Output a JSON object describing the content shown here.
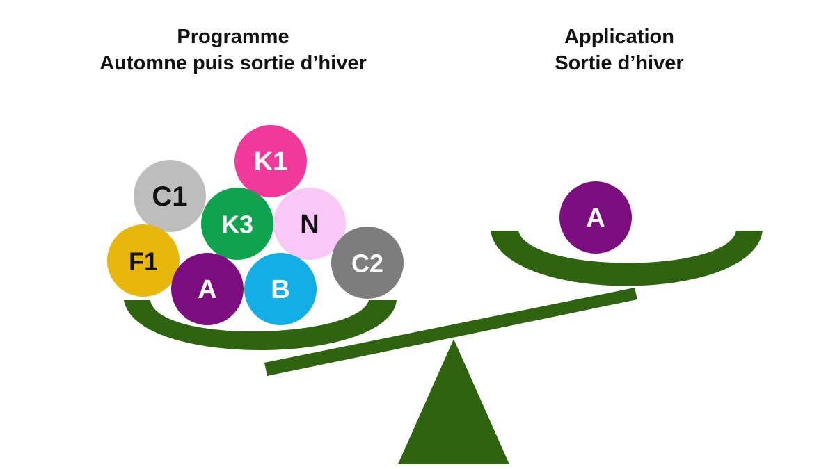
{
  "left_title": {
    "line1": "Programme",
    "line2": "Automne puis sortie d’hiver"
  },
  "right_title": {
    "line1": "Application",
    "line2": "Sortie d’hiver"
  },
  "colors": {
    "scale": "#2e6410",
    "beam": "#2e6410"
  },
  "left_balls": [
    {
      "id": "K1",
      "label": "K1",
      "color": "#f0399a",
      "text_color": "#ffffff"
    },
    {
      "id": "C1",
      "label": "C1",
      "color": "#bdbdbd",
      "text_color": "#111111"
    },
    {
      "id": "K3",
      "label": "K3",
      "color": "#10a34f",
      "text_color": "#ffffff"
    },
    {
      "id": "N",
      "label": "N",
      "color": "#f9c8f7",
      "text_color": "#111111"
    },
    {
      "id": "F1",
      "label": "F1",
      "color": "#e8b70b",
      "text_color": "#111111"
    },
    {
      "id": "A",
      "label": "A",
      "color": "#7c0d7e",
      "text_color": "#ffffff"
    },
    {
      "id": "B",
      "label": "B",
      "color": "#14aee6",
      "text_color": "#ffffff"
    },
    {
      "id": "C2",
      "label": "C2",
      "color": "#7d7d7d",
      "text_color": "#ffffff"
    }
  ],
  "right_balls": [
    {
      "id": "A-right",
      "label": "A",
      "color": "#7c0d7e",
      "text_color": "#ffffff"
    }
  ]
}
